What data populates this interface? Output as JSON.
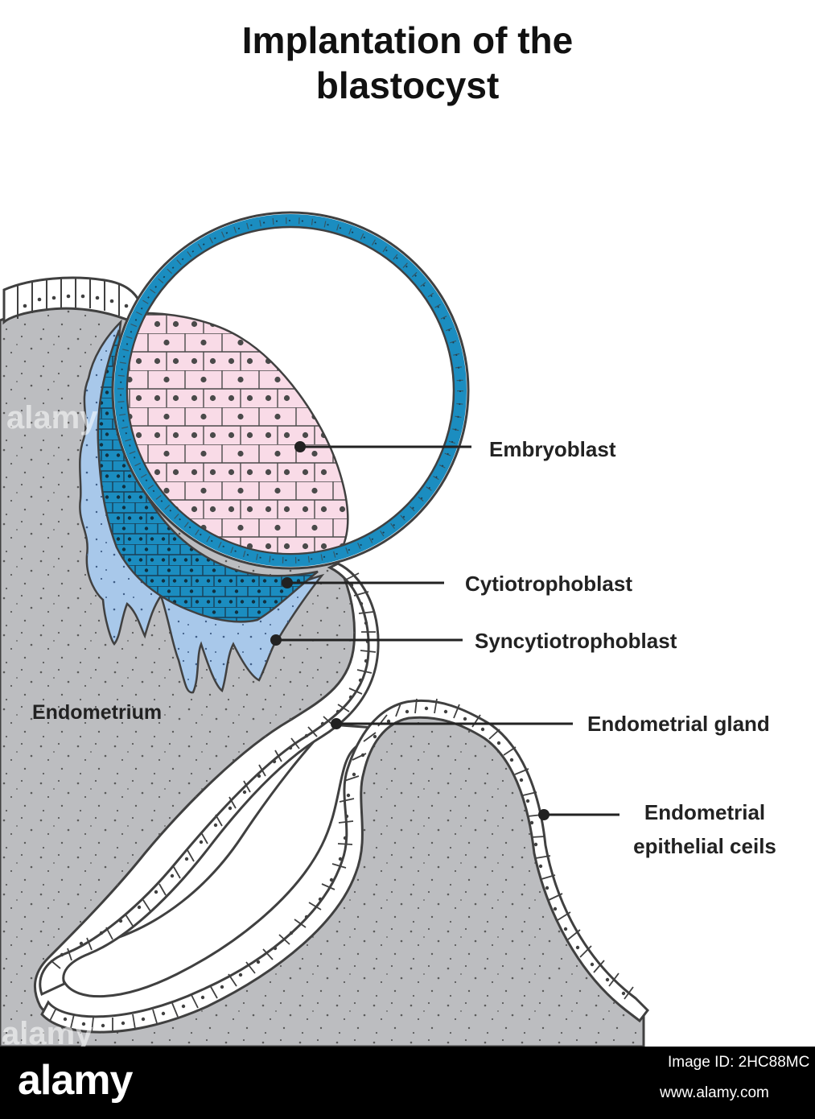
{
  "title": {
    "line1": "Implantation of the",
    "line2": "blastocyst"
  },
  "labels": {
    "embryoblast": "Embryoblast",
    "cytiotrophoblast": "Cytiotrophoblast",
    "syncytiotrophoblast": "Syncytiotrophoblast",
    "endometrium": "Endometrium",
    "endometrial_gland": "Endometrial gland",
    "epithelial_line1": "Endometrial",
    "epithelial_line2": "epithelial ceils"
  },
  "watermark": {
    "text": "alamy"
  },
  "footer": {
    "brand": "alamy",
    "image_id": "Image ID: 2HC88MC",
    "site": "www.alamy.com"
  },
  "colors": {
    "endometrium": "#bcbdc0",
    "trophoblast": "#1b8dc0",
    "syncytio": "#a8c8ea",
    "embryoblast": "#f9dbe7",
    "epithelium": "#ffffff",
    "outline": "#404040"
  }
}
